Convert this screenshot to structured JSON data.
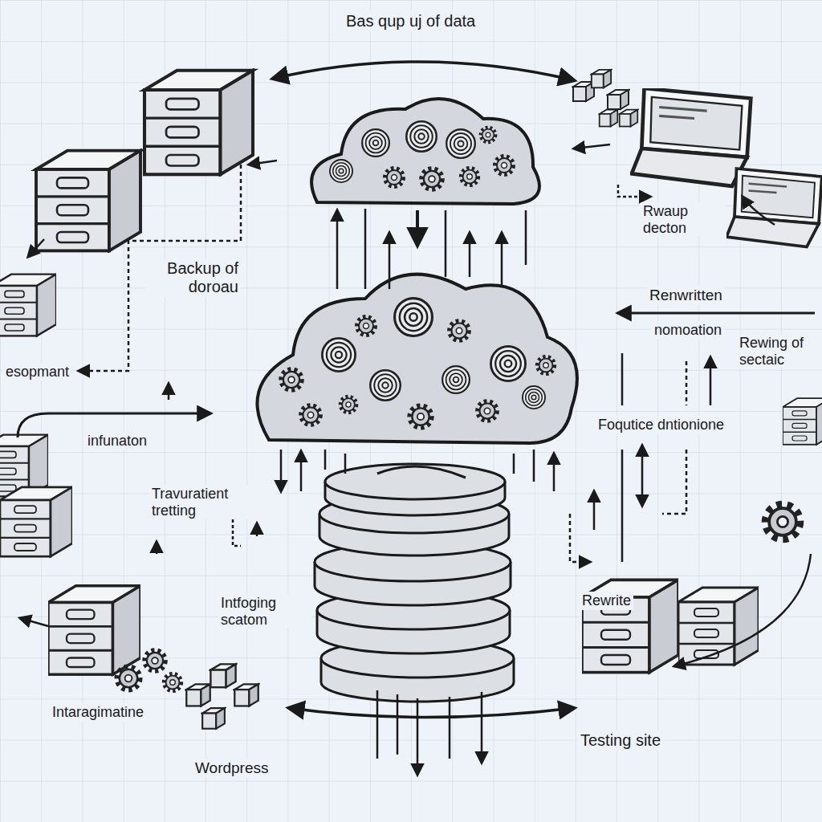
{
  "diagram": {
    "title": "Bas qup uj of data",
    "labels": [
      "Backup of doroau",
      "esopmant",
      "Rwaup decton",
      "Renwritten",
      "nomoation",
      "Rewing of sectaic",
      "infunaton",
      "Foqutice dntionione",
      "Travuratient tretting",
      "Intfoging scatom",
      "Rewrite",
      "Intaragimatine",
      "Wordpress",
      "Testing site"
    ]
  }
}
